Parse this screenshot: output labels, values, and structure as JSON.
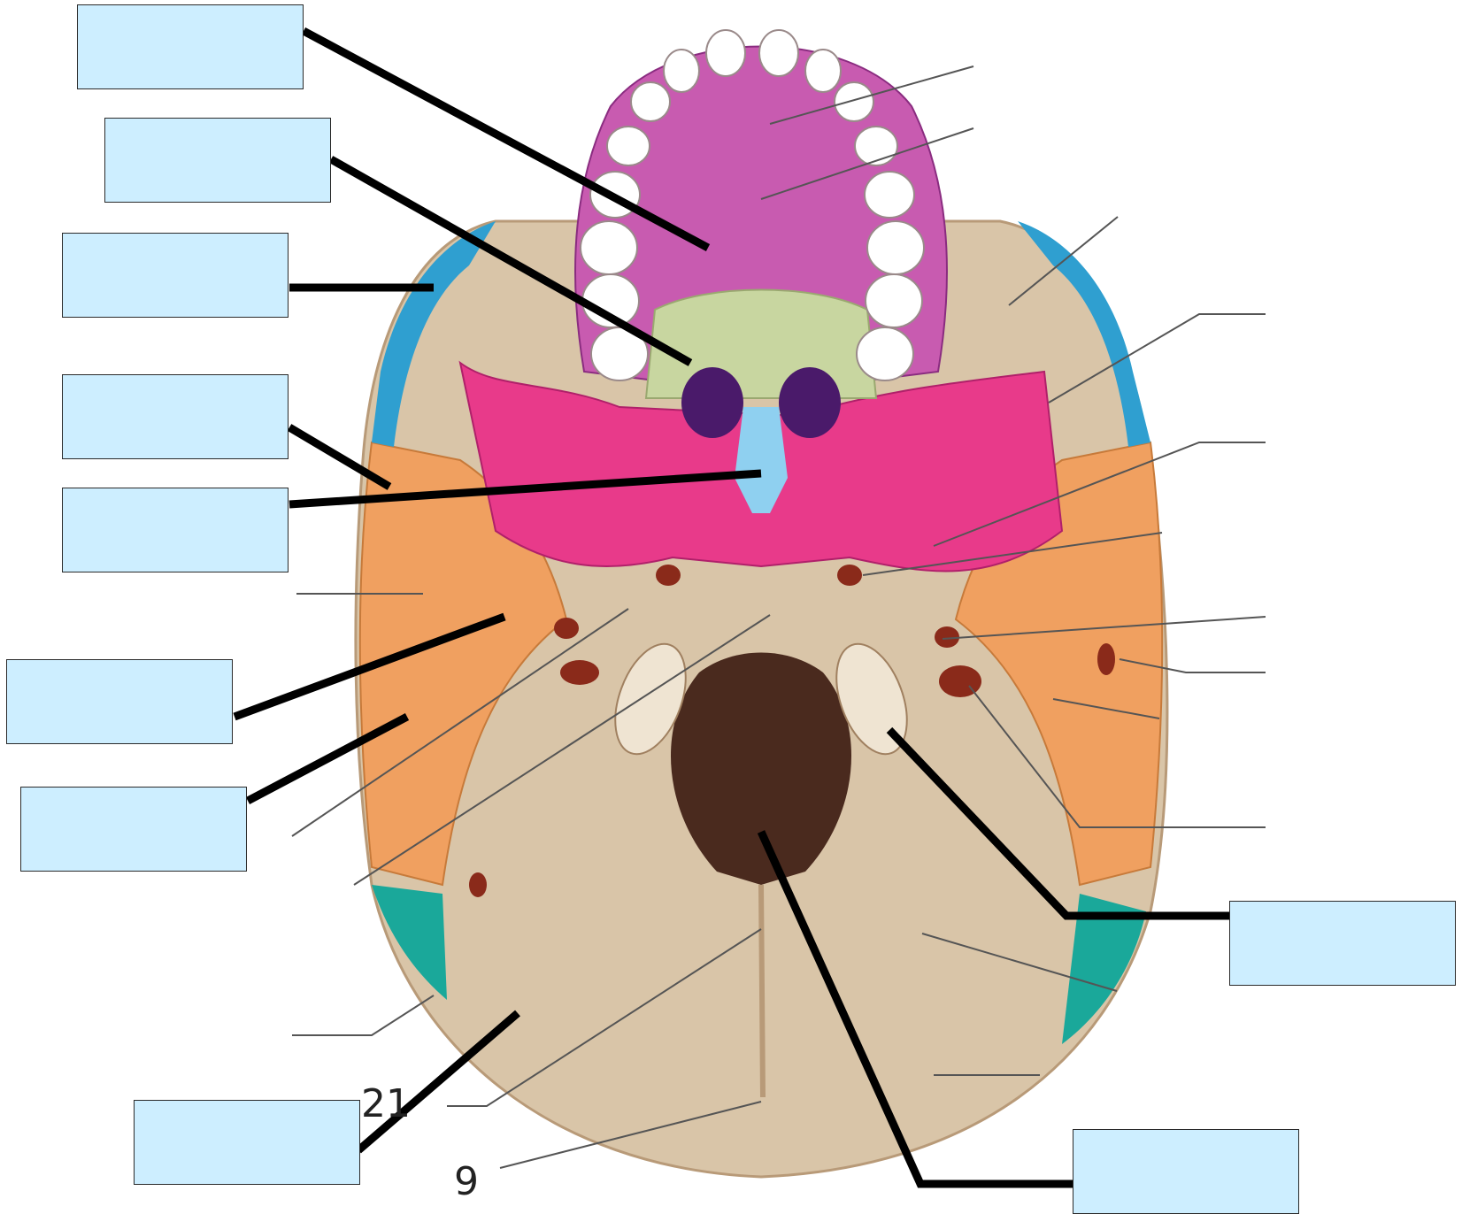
{
  "image_text": {
    "number_label_a": "21",
    "number_label_b": "9"
  },
  "answer_boxes": [
    {
      "id": 1,
      "value": ""
    },
    {
      "id": 2,
      "value": ""
    },
    {
      "id": 3,
      "value": ""
    },
    {
      "id": 4,
      "value": ""
    },
    {
      "id": 5,
      "value": ""
    },
    {
      "id": 6,
      "value": ""
    },
    {
      "id": 7,
      "value": ""
    },
    {
      "id": 8,
      "value": ""
    },
    {
      "id": 9,
      "value": ""
    },
    {
      "id": 10,
      "value": ""
    }
  ],
  "colors": {
    "box_fill": "#cdeeff",
    "box_border": "#2a2a2a",
    "occipital": "#d9c5a8",
    "temporal": "#f0a060",
    "sphenoid": "#e83a8a",
    "palatine": "#c8d6a0",
    "maxilla": "#c85bb0",
    "zygomatic": "#2f9fd0",
    "vomer": "#8fd0f0",
    "parietal": "#1aa89a"
  },
  "icons": [
    "skull-base-illustration"
  ]
}
